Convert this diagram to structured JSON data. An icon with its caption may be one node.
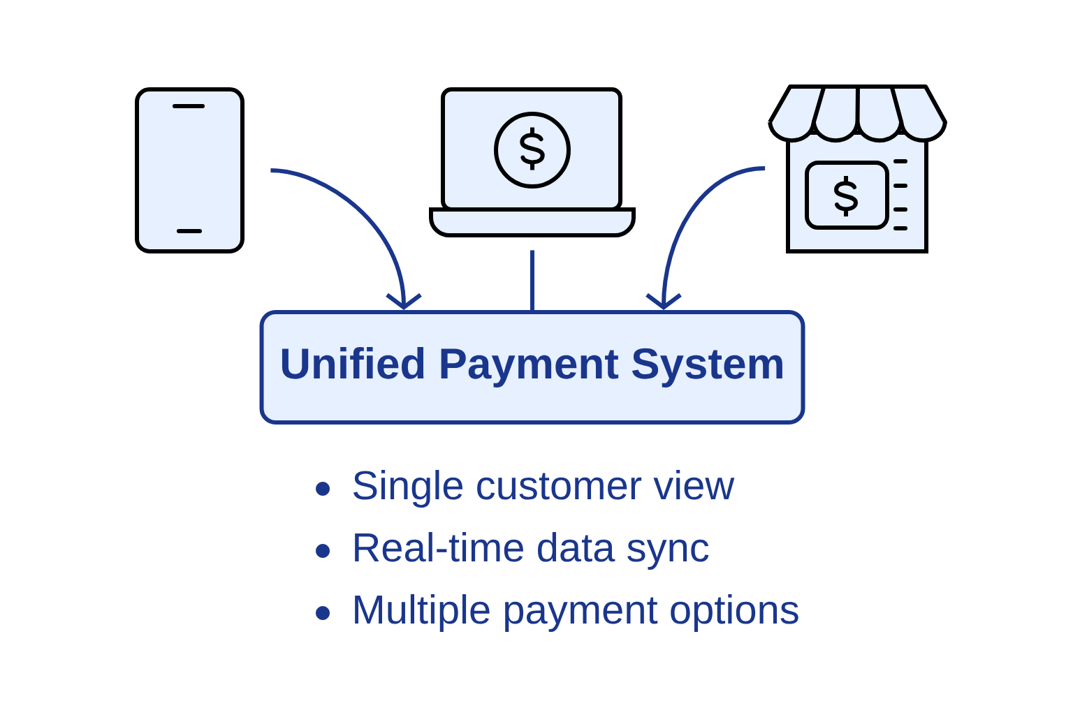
{
  "diagram": {
    "nodes": [
      {
        "text": [],
        "shape": "phone"
      },
      {
        "text": [],
        "shape": "laptop"
      },
      {
        "text": [],
        "shape": "store"
      },
      {
        "text": [
          "Unified Payment System"
        ]
      }
    ],
    "edges": [
      {
        "from": 0,
        "to": 3,
        "arrow": "to"
      },
      {
        "from": 1,
        "to": 3,
        "arrow": "none"
      },
      {
        "from": 2,
        "to": 3,
        "arrow": "to"
      }
    ],
    "labels": [
      "Single customer view",
      "Real-time data sync",
      "Multiple payment options"
    ]
  }
}
